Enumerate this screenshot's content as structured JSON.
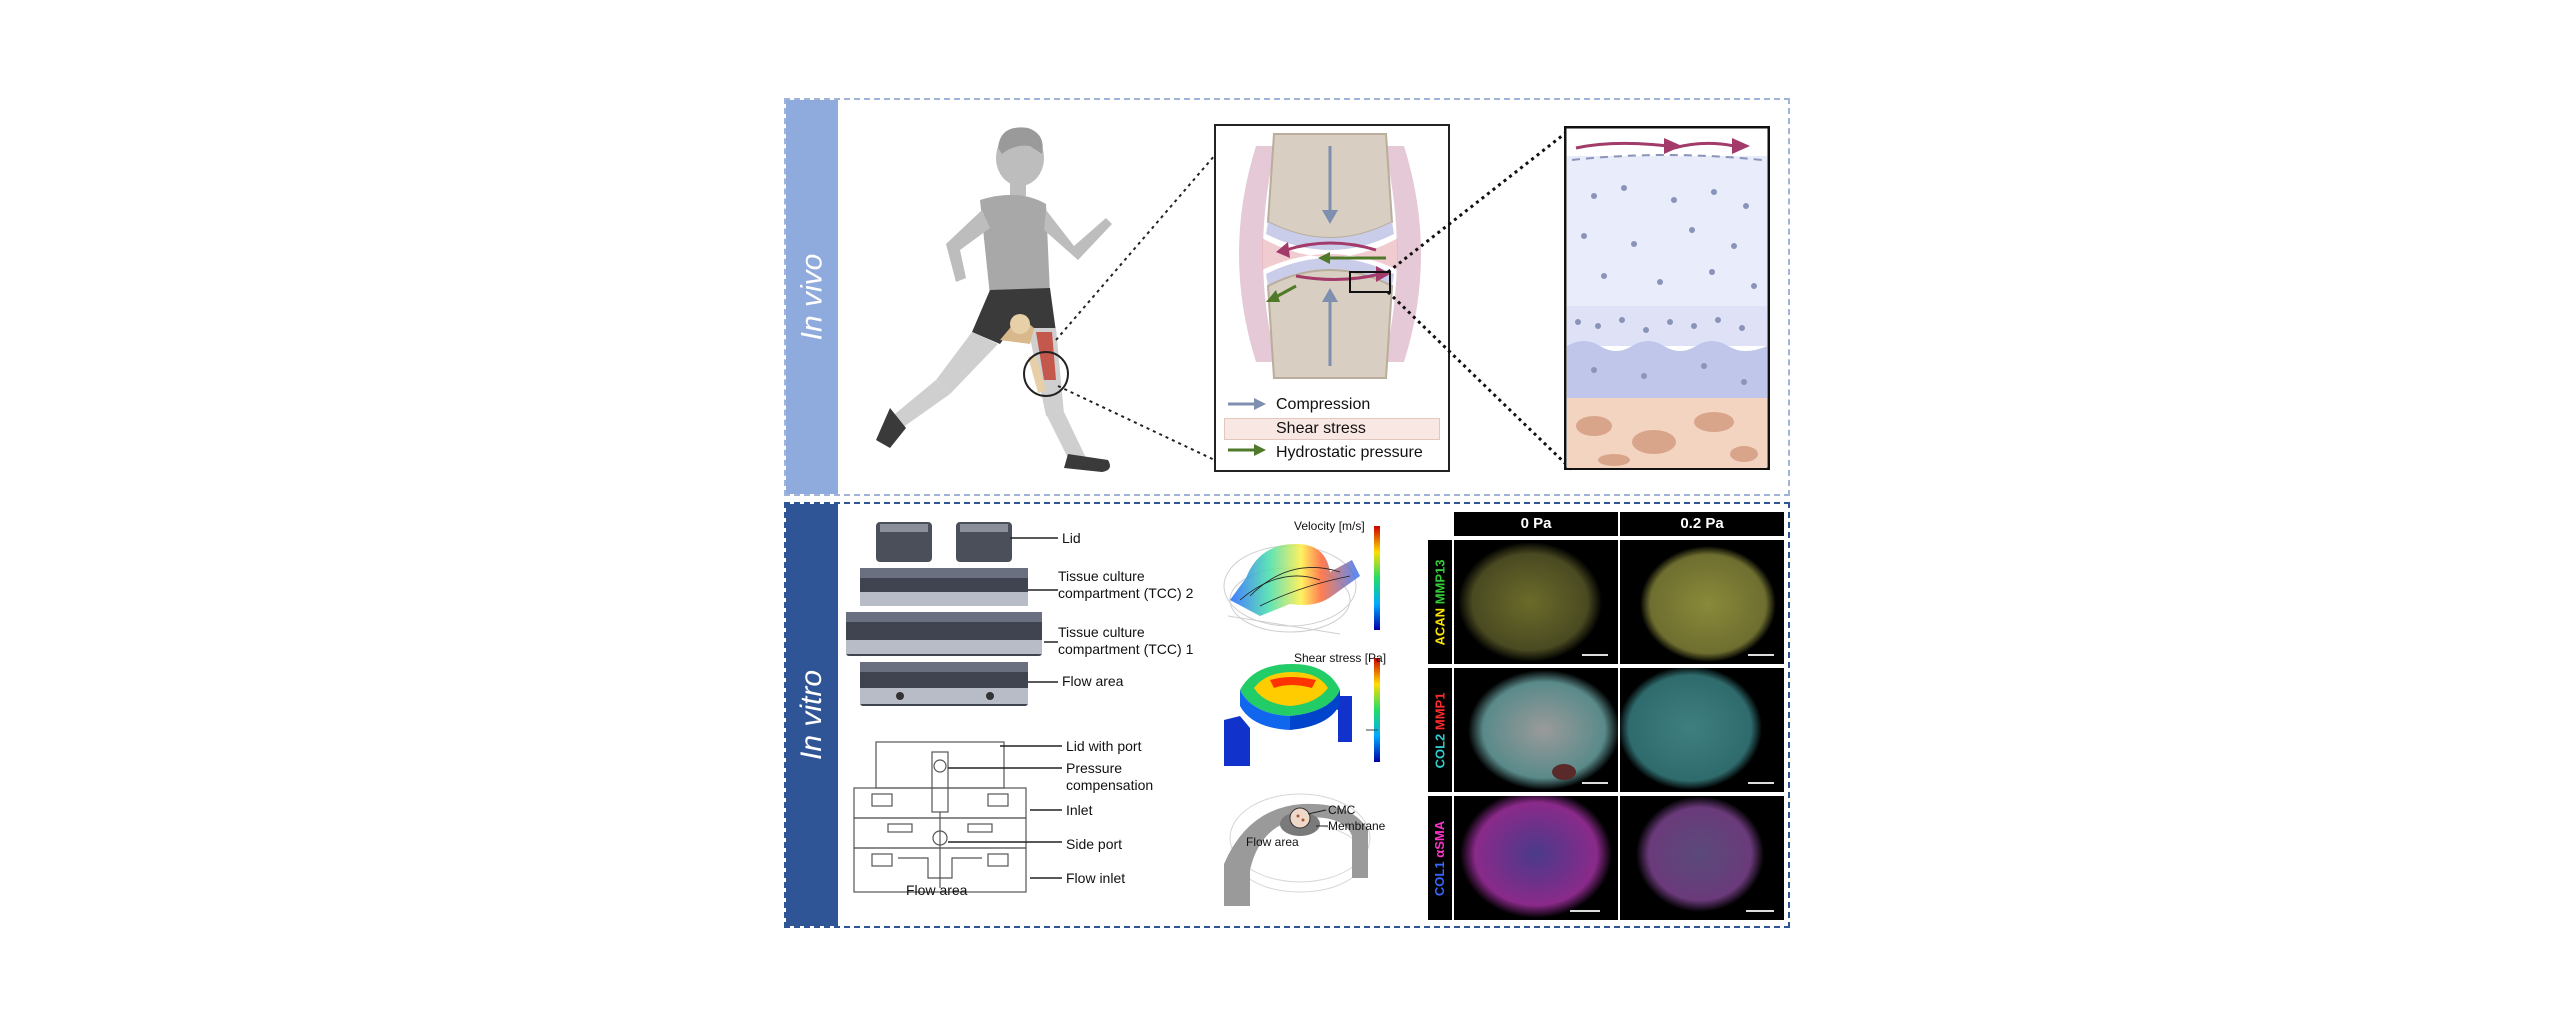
{
  "in_vivo": {
    "label": "In vivo",
    "legend": {
      "compression": "Compression",
      "shear_stress": "Shear stress",
      "hydrostatic_pressure": "Hydrostatic pressure"
    },
    "colors": {
      "compression": "#7f8fb0",
      "shear": "#a23a6a",
      "hydrostatic": "#4e7a2a",
      "band": "#8faadc"
    }
  },
  "in_vitro": {
    "label": "In vitro",
    "bioreactor_labels": {
      "lid": "Lid",
      "tcc2_line1": "Tissue culture",
      "tcc2_line2": "compartment (TCC) 2",
      "tcc1_line1": "Tissue culture",
      "tcc1_line2": "compartment (TCC) 1",
      "flow_area": "Flow area"
    },
    "section_labels": {
      "lid_with_port": "Lid with port",
      "pressure_line1": "Pressure",
      "pressure_line2": "compensation",
      "inlet": "Inlet",
      "side_port": "Side port",
      "flow_inlet": "Flow inlet",
      "flow_area": "Flow area"
    },
    "simulation": {
      "velocity_title": "Velocity [m/s]",
      "shear_title": "Shear stress [Pa]",
      "cmc": "CMC",
      "membrane": "Membrane",
      "flow_area": "Flow area"
    },
    "staining": {
      "columns": [
        "0 Pa",
        "0.2 Pa"
      ],
      "rows": [
        {
          "parts": [
            {
              "text": "ACAN",
              "color": "#ffe600"
            },
            {
              "text": " MMP13",
              "color": "#33cc33"
            }
          ]
        },
        {
          "parts": [
            {
              "text": "COL2",
              "color": "#33cccc"
            },
            {
              "text": " MMP1",
              "color": "#ff2a2a"
            }
          ]
        },
        {
          "parts": [
            {
              "text": "COL1",
              "color": "#3366ff"
            },
            {
              "text": " αSMA",
              "color": "#ff33cc"
            }
          ]
        }
      ]
    },
    "colors": {
      "band": "#2f5597"
    }
  }
}
